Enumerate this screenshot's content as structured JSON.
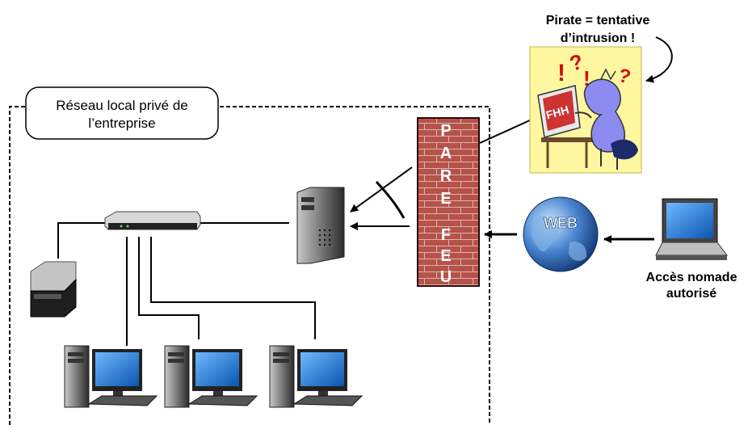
{
  "network_label": {
    "line1": "Réseau local privé de",
    "line2": "l’entreprise"
  },
  "firewall": {
    "word1": [
      "P",
      "A",
      "R",
      "E"
    ],
    "word2": [
      "F",
      "E",
      "U"
    ],
    "color": "#b5524a"
  },
  "pirate_label": {
    "line1": "Pirate = tentative",
    "line2": "d’intrusion !"
  },
  "pirate_marks": [
    "!",
    "?",
    "!",
    "?"
  ],
  "web_label": "WEB",
  "screen_text": "FHH",
  "nomade_label": {
    "line1": "Accès nomade",
    "line2": "autorisé"
  },
  "colors": {
    "globe": "#3a6fc0",
    "screen": "#2a7fd0",
    "pirate_bg": "#fff6a0",
    "pirate_figure": "#8c8cf0"
  },
  "icons": [
    "router-icon",
    "server-tower-icon",
    "printer-icon",
    "desktop-computer-icon",
    "globe-icon",
    "laptop-icon",
    "pirate-illustration"
  ]
}
